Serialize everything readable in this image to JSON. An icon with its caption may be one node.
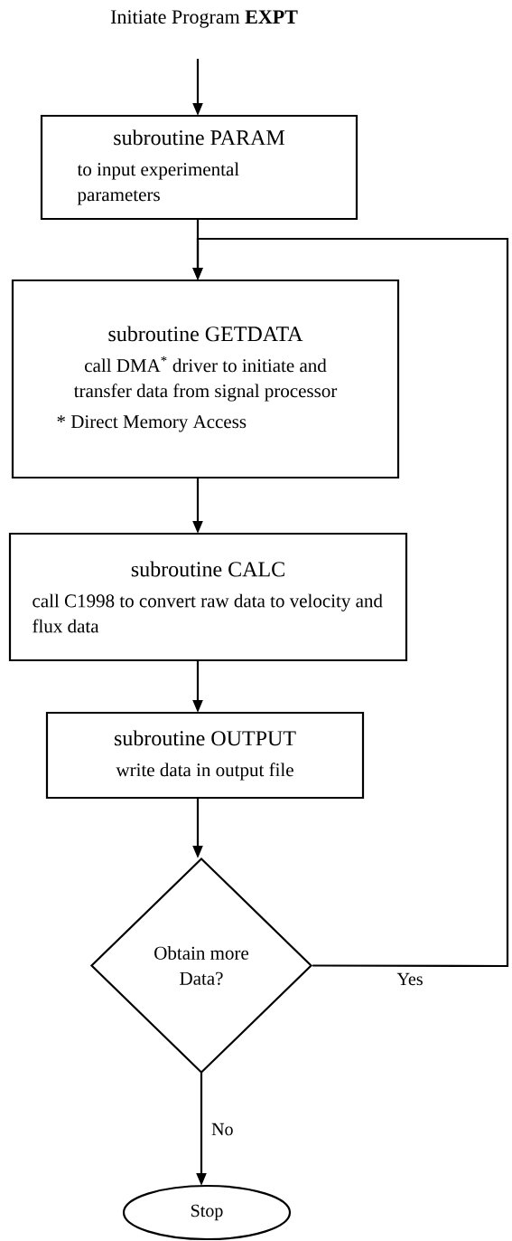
{
  "diagram": {
    "nodes": [
      {
        "text": [
          "Initiate Program **EXPT**"
        ]
      },
      {
        "text": [
          "subroutine PARAM",
          "to input experimental parameters"
        ]
      },
      {
        "text": [
          "subroutine GETDATA",
          "call DMA$^{*}$ driver to initiate and transfer data from signal processor",
          "* Direct Memory Access"
        ]
      },
      {
        "text": [
          "subroutine CALC",
          "call C1998 to convert raw data to velocity and flux data"
        ]
      },
      {
        "text": [
          "subroutine OUTPUT",
          "write data in output file"
        ]
      },
      {
        "text": [
          "Obtain more Data?"
        ]
      },
      {
        "text": [
          "Stop"
        ]
      }
    ],
    "edges": [
      {
        "from": 0,
        "to": 1,
        "arrow": "to"
      },
      {
        "from": 1,
        "to": 2,
        "arrow": "to"
      },
      {
        "from": 2,
        "to": 3,
        "arrow": "to"
      },
      {
        "from": 3,
        "to": 4,
        "arrow": "to"
      },
      {
        "from": 4,
        "to": 5,
        "arrow": "to"
      },
      {
        "from": 5,
        "to": 6,
        "arrow": "to",
        "label": "No"
      },
      {
        "from": 5,
        "to": 2,
        "arrow": "to",
        "label": "Yes"
      }
    ]
  }
}
